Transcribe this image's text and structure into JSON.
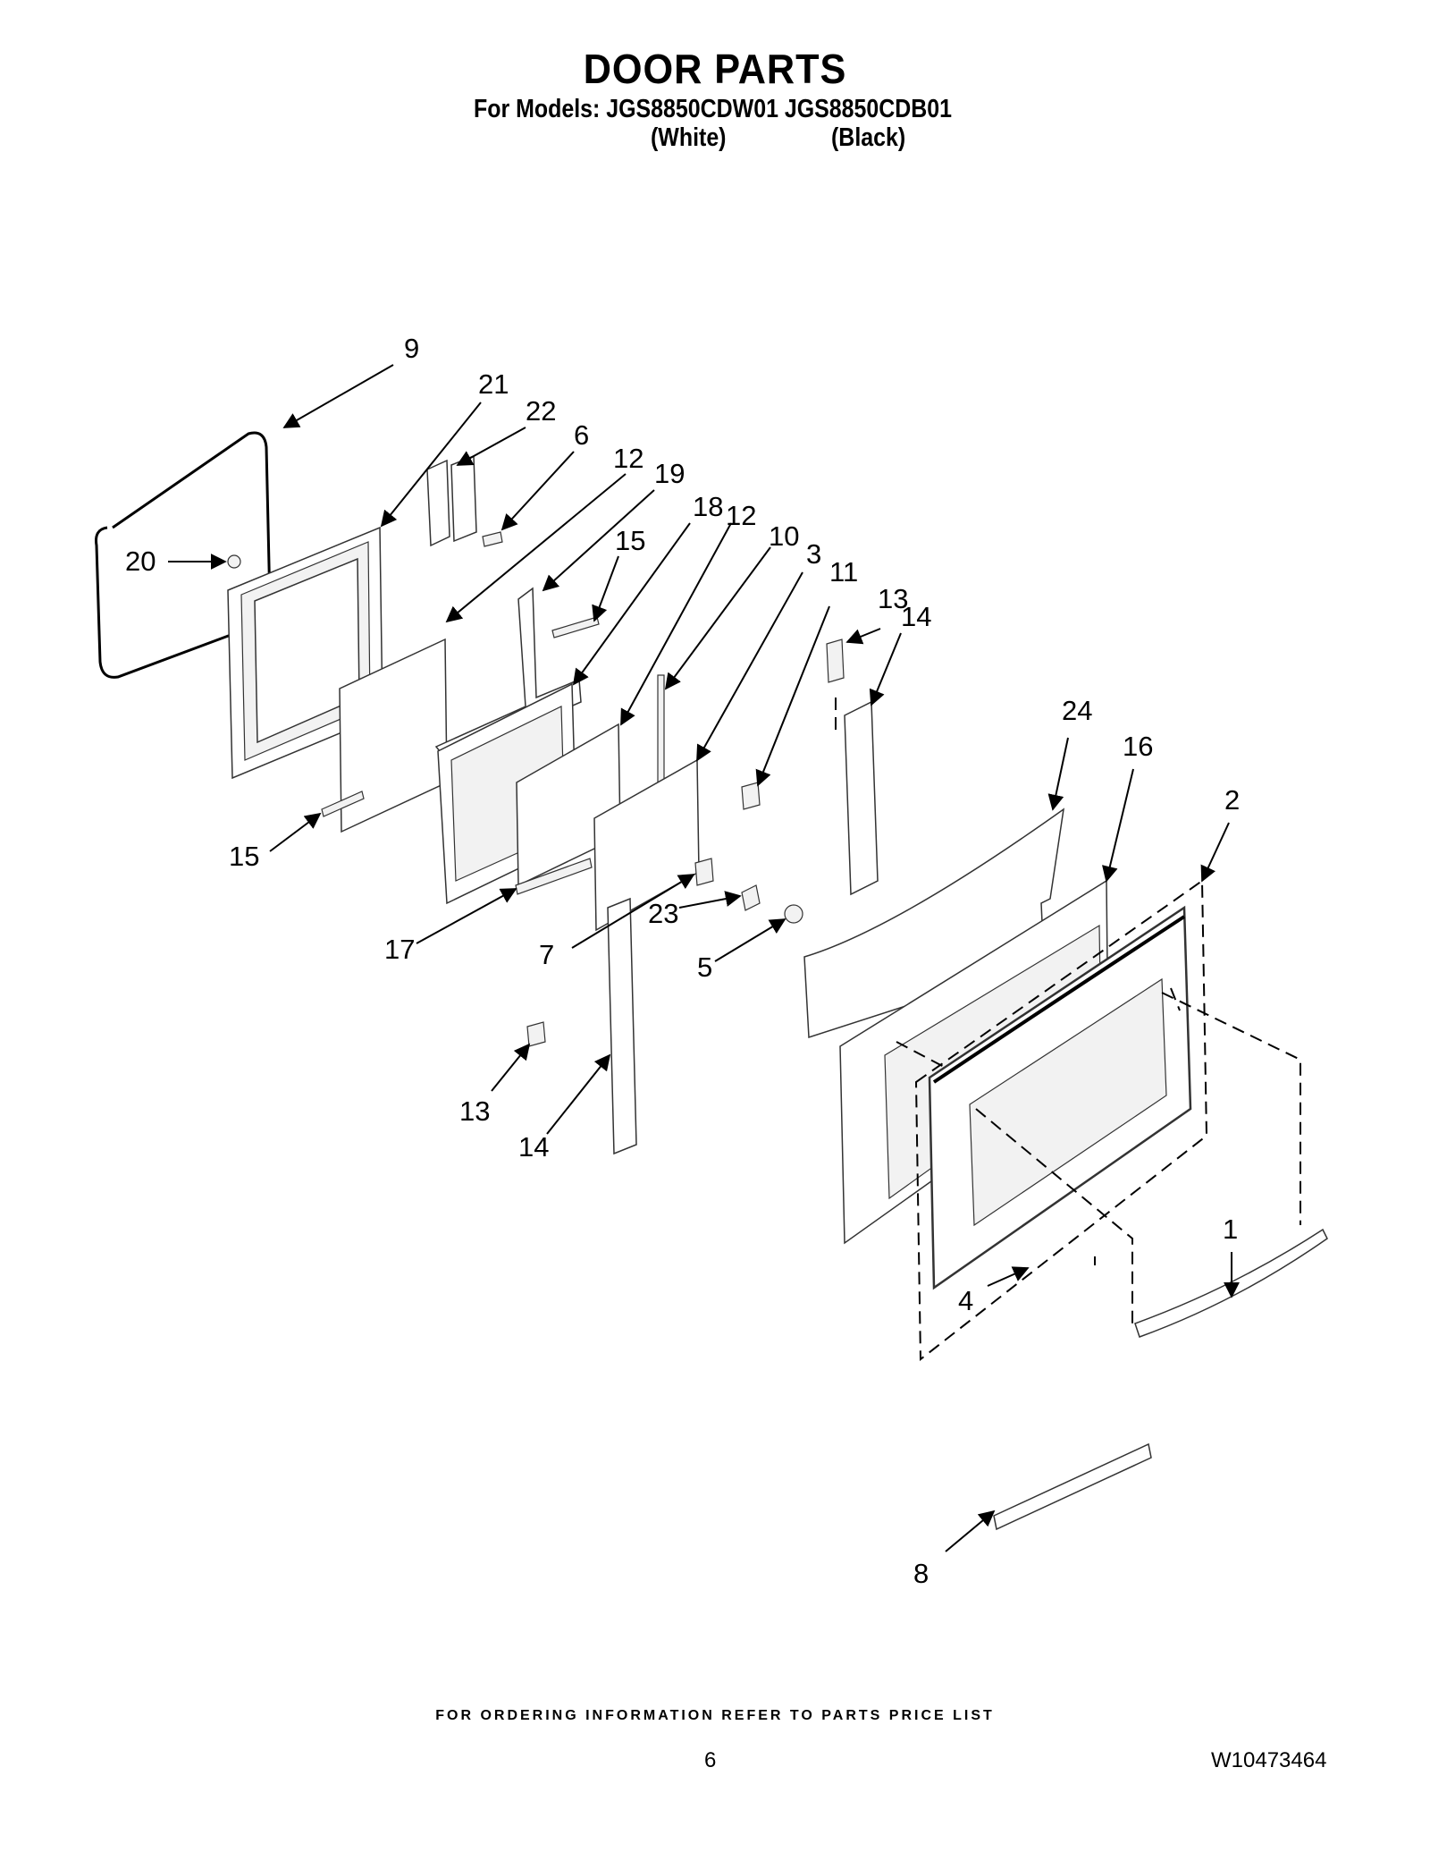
{
  "header": {
    "title": "DOOR PARTS",
    "models_line": "For Models: JGS8850CDW01 JGS8850CDB01",
    "variant_white": "(White)",
    "variant_black": "(Black)"
  },
  "callouts": [
    "9",
    "21",
    "22",
    "6",
    "12",
    "19",
    "18",
    "12",
    "10",
    "3",
    "11",
    "15",
    "13",
    "14",
    "20",
    "24",
    "16",
    "2",
    "15",
    "17",
    "7",
    "23",
    "5",
    "13",
    "14",
    "1",
    "4",
    "8"
  ],
  "footer": {
    "ordering_note": "FOR ORDERING INFORMATION REFER TO PARTS PRICE LIST",
    "page_number": "6",
    "document_code": "W10473464"
  }
}
